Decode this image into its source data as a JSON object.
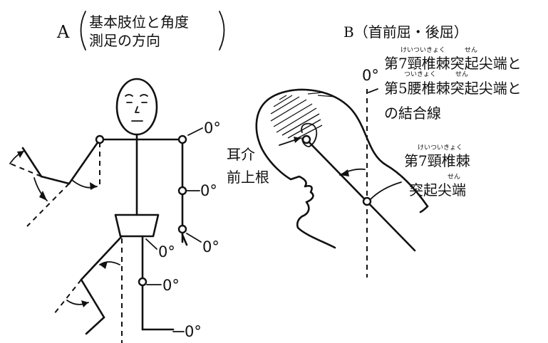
{
  "panel_a": {
    "letter": "A",
    "title_line1": "基本肢位と角度",
    "title_line2": "測足の方向",
    "zero_labels": [
      "0°",
      "0°",
      "0°",
      "0°",
      "0°",
      "0°"
    ]
  },
  "panel_b": {
    "title": "B（首前屈・後屈）",
    "zero_label": "0°",
    "line_label": {
      "row1_ruby": "けいついきょく　　　せん",
      "row1": "第7頸椎棘突起尖端と",
      "row2_ruby": "ついきょく　　　せん",
      "row2": "第5腰椎棘突起尖端と",
      "row3": "の結合線"
    },
    "ear_label": {
      "line1": "耳介",
      "line2": "前上根"
    },
    "c7_label": {
      "row1_ruby": "けいついきょく",
      "row1": "第7頸椎棘",
      "row2_ruby": "せん",
      "row2": "突起尖端"
    }
  }
}
